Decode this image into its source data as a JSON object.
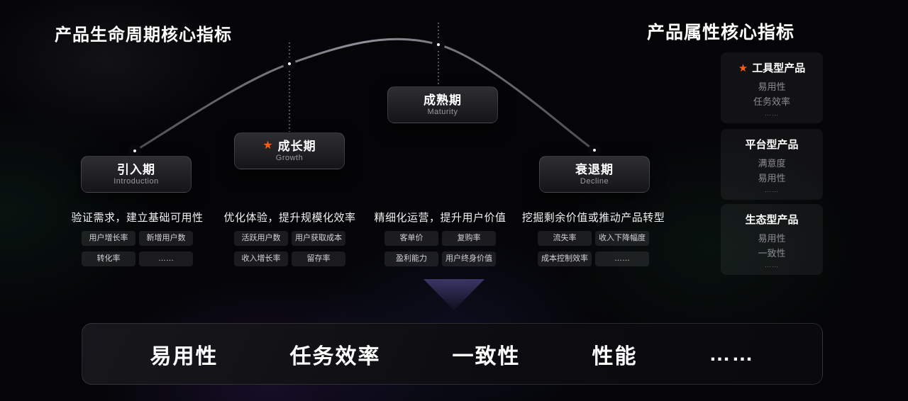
{
  "titles": {
    "left": "产品生命周期核心指标",
    "right": "产品属性核心指标"
  },
  "icons": {
    "star": "★"
  },
  "colors": {
    "accent_orange": "#ff5a17",
    "curve": "#8b8b90",
    "dot": "#ffffff",
    "background": "#050507"
  },
  "stages": [
    {
      "title": "引入期",
      "subtitle": "Introduction",
      "starred": false,
      "description": "验证需求，建立基础可用性",
      "metrics": [
        "用户增长率",
        "新增用户数",
        "转化率",
        "……"
      ]
    },
    {
      "title": "成长期",
      "subtitle": "Growth",
      "starred": true,
      "description": "优化体验，提升规模化效率",
      "metrics": [
        "活跃用户数",
        "用户获取成本",
        "收入增长率",
        "留存率"
      ]
    },
    {
      "title": "成熟期",
      "subtitle": "Maturity",
      "starred": false,
      "description": "精细化运营，提升用户价值",
      "metrics": [
        "客单价",
        "复购率",
        "盈利能力",
        "用户终身价值"
      ]
    },
    {
      "title": "衰退期",
      "subtitle": "Decline",
      "starred": false,
      "description": "挖掘剩余价值或推动产品转型",
      "metrics": [
        "流失率",
        "收入下降幅度",
        "成本控制效率",
        "……"
      ]
    }
  ],
  "product_types": [
    {
      "title": "工具型产品",
      "starred": true,
      "metrics": [
        "易用性",
        "任务效率"
      ],
      "more": "……"
    },
    {
      "title": "平台型产品",
      "starred": false,
      "metrics": [
        "满意度",
        "易用性"
      ],
      "more": "……"
    },
    {
      "title": "生态型产品",
      "starred": false,
      "metrics": [
        "易用性",
        "一致性"
      ],
      "more": "……"
    }
  ],
  "bottom_bar": {
    "items": [
      "易用性",
      "任务效率",
      "一致性",
      "性能",
      "……"
    ]
  }
}
